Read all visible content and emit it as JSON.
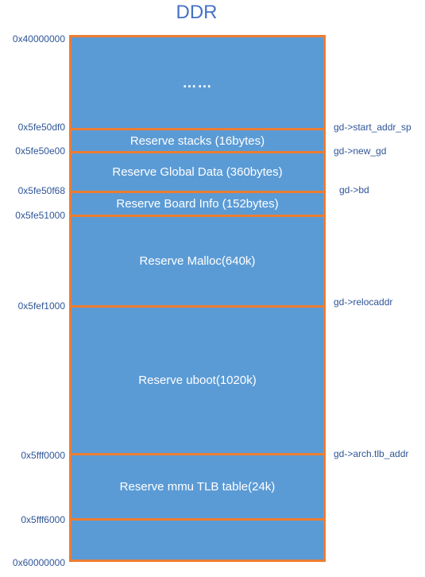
{
  "title": "DDR",
  "regions": [
    {
      "label": "……"
    },
    {
      "label": "Reserve stacks (16bytes)"
    },
    {
      "label": "Reserve Global Data (360bytes)"
    },
    {
      "label": "Reserve Board Info (152bytes)"
    },
    {
      "label": "Reserve Malloc(640k)"
    },
    {
      "label": "Reserve uboot(1020k)"
    },
    {
      "label": "Reserve mmu TLB table(24k)"
    },
    {
      "label": ""
    }
  ],
  "addresses": [
    "0x40000000",
    "0x5fe50df0",
    "0x5fe50e00",
    "0x5fe50f68",
    "0x5fe51000",
    "0x5fef1000",
    "0x5fff0000",
    "0x5fff6000",
    "0x60000000"
  ],
  "pointers": [
    "gd->start_addr_sp",
    "gd->new_gd",
    "gd->bd",
    "gd->relocaddr",
    "gd->arch.tlb_addr"
  ],
  "colors": {
    "region_fill": "#5b9bd5",
    "border": "#ed7d31",
    "label_text": "#2f5597",
    "title": "#4472c4"
  }
}
